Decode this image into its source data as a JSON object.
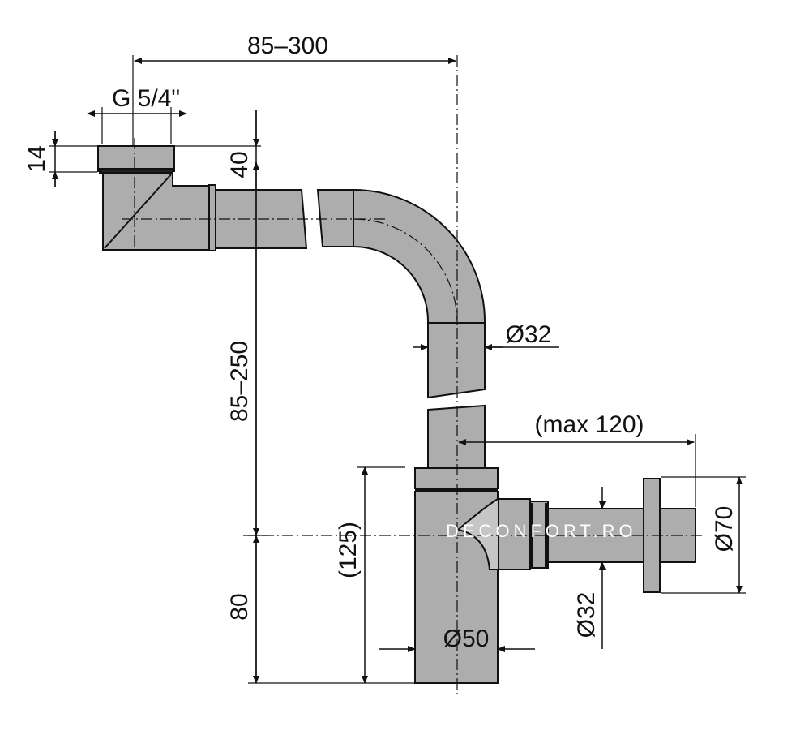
{
  "diagram": {
    "title": "",
    "dimensions": {
      "reach_horizontal": "85–300",
      "thread": "G 5/4\"",
      "height_top": "14",
      "offset_top": "40",
      "reach_vertical": "85–250",
      "pipe_diameter_upper": "Ø32",
      "outlet_reach": "(max 120)",
      "trap_height": "(125)",
      "outlet_height": "80",
      "trap_diameter": "Ø50",
      "outlet_diameter": "Ø32",
      "flange_diameter": "Ø70"
    },
    "watermark": "DECONFORT.RO",
    "colors": {
      "pipe_fill": "#adadad",
      "outline": "#111111",
      "background": "#ffffff"
    }
  }
}
